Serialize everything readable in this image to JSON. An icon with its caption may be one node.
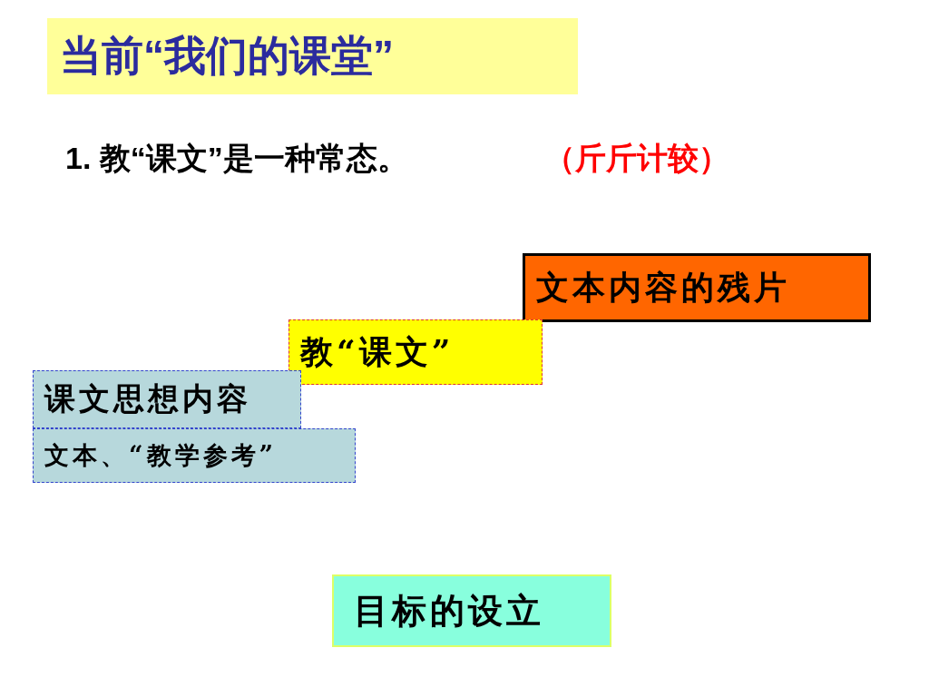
{
  "diagram": {
    "title": "当前“我们的课堂”",
    "nodes": [
      {
        "text": [
          "文本内容的残片"
        ]
      },
      {
        "text": [
          "教“课文”"
        ]
      },
      {
        "text": [
          "课文思想内容"
        ]
      },
      {
        "text": [
          "文本、“教学参考”"
        ]
      },
      {
        "text": [
          "目标的设立"
        ]
      }
    ],
    "labels": [
      "1. 教“课文”是一种常态。",
      "（斤斤计较）"
    ]
  }
}
